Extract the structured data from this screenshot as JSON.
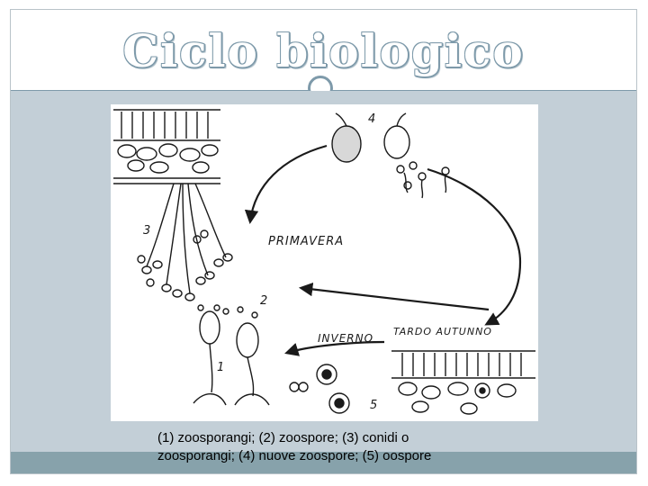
{
  "slide": {
    "title": "Ciclo biologico",
    "caption": "(1) zoosporangi; (2) zoospore; (3) conidi o\nzoosporangi; (4) nuove zoospore; (5) oospore"
  },
  "diagram": {
    "labels": {
      "season_spring": "PRIMAVERA",
      "season_winter": "INVERNO",
      "season_late_autumn": "TARDO AUTUNNO",
      "num_1": "1",
      "num_2": "2",
      "num_3": "3",
      "num_4": "4",
      "num_5": "5"
    }
  },
  "colors": {
    "accent": "#7e9aaa",
    "content_bg": "#c3cfd7",
    "bottom_band": "#87a2ab",
    "ink": "#1a1a1a"
  }
}
